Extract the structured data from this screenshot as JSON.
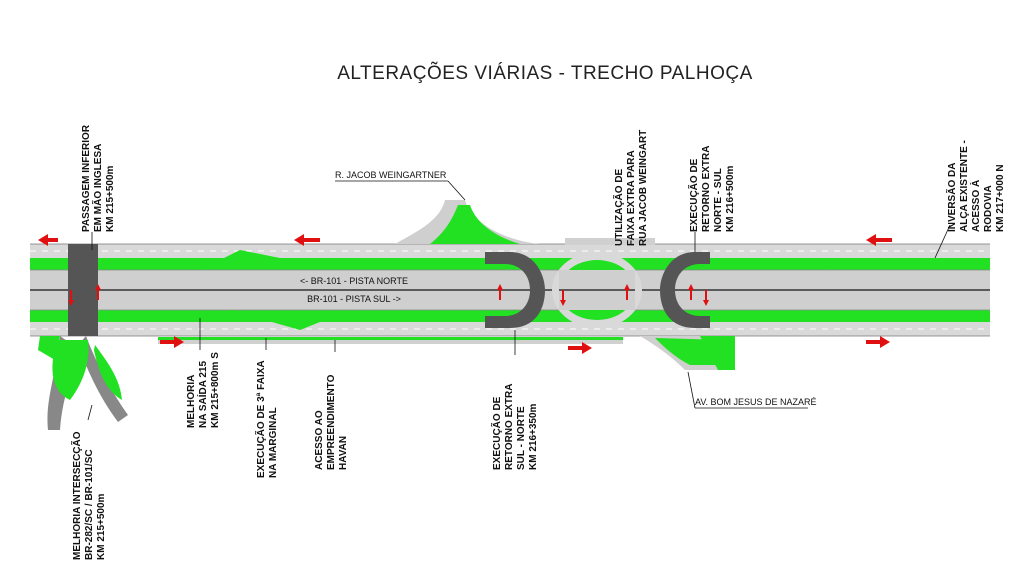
{
  "title": "ALTERAÇÕES VIÁRIAS - TRECHO PALHOÇA",
  "roads": {
    "north_lane": "<- BR-101 - PISTA NORTE",
    "south_lane": "BR-101 - PISTA SUL ->",
    "street_jacob": "R. JACOB WEINGARTNER",
    "street_bom_jesus": "AV. BOM  JESUS DE NAZARÉ"
  },
  "labels": {
    "passagem": [
      "PASSAGEM INFERIOR",
      "EM MÃO INGLESA",
      "KM 215+500m"
    ],
    "melhoria_interseccao": [
      "MELHORIA INTERSECÇÃO",
      "BR-282/SC / BR-101/SC",
      "KM 215+500m"
    ],
    "melhoria_saida": [
      "MELHORIA",
      "NA SAÍDA 215",
      "KM 215+800m S"
    ],
    "terceira_faixa": [
      "EXECUÇÃO DE 3ª FAIXA",
      "NA MARGINAL"
    ],
    "acesso_havan": [
      "ACESSO AO",
      "EMPREENDIMENTO",
      "HAVAN"
    ],
    "retorno_sul_norte": [
      "EXECUÇÃO DE",
      "RETORNO EXTRA",
      "SUL - NORTE",
      "KM 216+350m"
    ],
    "faixa_extra": [
      "UTILIZAÇÃO DE",
      "FAIXA EXTRA PARA",
      "RUA JACOB WEINGART"
    ],
    "retorno_norte_sul": [
      "EXECUÇÃO DE",
      "RETORNO EXTRA",
      "NORTE - SUL",
      "KM 216+500m"
    ],
    "inversao": [
      "INVERSÃO DA",
      "ALÇA EXISTENTE -",
      "ACESSO À",
      "RODOVIA",
      "KM 217+000 N"
    ]
  },
  "colors": {
    "green": "#22e022",
    "asphalt": "#cfcfcf",
    "dark_asphalt": "#555555",
    "arrow_red": "#e01010"
  }
}
